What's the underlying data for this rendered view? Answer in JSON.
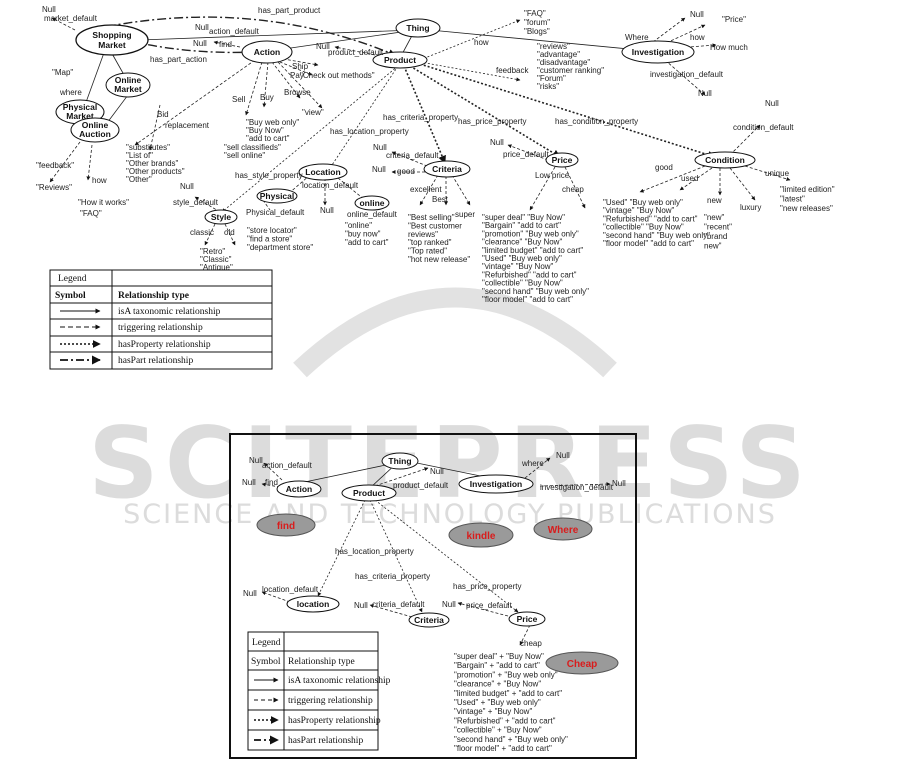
{
  "watermark": {
    "big": "SCITEPRESS",
    "small": "SCIENCE AND TECHNOLOGY PUBLICATIONS"
  },
  "top": {
    "nodes": {
      "shopping_market": [
        "Shopping",
        "Market"
      ],
      "online_market": [
        "Online",
        "Market"
      ],
      "physical_market": [
        "Physical",
        "Market"
      ],
      "online_auction": [
        "Online",
        "Auction"
      ],
      "action": "Action",
      "thing": "Thing",
      "product": "Product",
      "investigation": "Investigation",
      "location": "Location",
      "criteria": "Criteria",
      "price": "Price",
      "condition": "Condition",
      "style": "Style",
      "physical": "Physical",
      "online": "online"
    },
    "edge_labels": {
      "has_part_product": "has_part_product",
      "has_part_action": "has_part_action",
      "market_default": "market_default",
      "action_default": "action_default",
      "find": "find",
      "product_default": "product_default",
      "investigation_default": "investigation_default",
      "how": "how",
      "how_much": "How much",
      "where": "Where",
      "where2": "where",
      "map": "\"Map\"",
      "bid": "Bid",
      "replacement": "replacement",
      "sell": "Sell",
      "buy": "Buy",
      "pay": "Pay",
      "ship": "Ship",
      "browse": "Browse",
      "check_out": "\"Check out methods\"",
      "view": "\"view\"",
      "feedback": "feedback",
      "has_criteria_property": "has_criteria_property",
      "has_location_property": "has_location_property",
      "has_price_property": "has_price_property",
      "has_condition_property": "has_condition_property",
      "has_style_property": "has_style_property",
      "location_default": "location_default",
      "criteria_default": "criteria_default",
      "price_default": "price_default",
      "condition_default": "condition_default",
      "style_default": "style_default",
      "physical_default": "Physical_default",
      "online_default": "online_default",
      "good": "good",
      "good2": "good",
      "excellent": "excellent",
      "best": "Best",
      "super": "super",
      "low_price": "Low price",
      "cheap": "cheap",
      "used": "used",
      "new": "new",
      "luxury": "luxury",
      "unique": "unique",
      "classic": "classic",
      "old": "old",
      "feedback_q": "\"feedback\"",
      "reviews_q": "\"Reviews\"",
      "how2": "how",
      "how_it_works": "\"How it works\"",
      "faq": "\"FAQ\"",
      "null": "Null"
    },
    "text_lists": {
      "faq_list": [
        "\"FAQ\"",
        "\"forum\"",
        "\"Blogs\""
      ],
      "reviews_list": [
        "\"reviews\"",
        "\"advantage\"",
        "\"disadvantage\"",
        "\"customer ranking\"",
        "\"Forum\"",
        "\"risks\""
      ],
      "price_word": "\"Price\"",
      "buy_list": [
        "\"Buy web only\"",
        "\"Buy Now\"",
        "\"add to cart\""
      ],
      "sell_list": [
        "\"sell classifieds\"",
        "\"sell online\""
      ],
      "replacement_list": [
        "\"substitutes\"",
        "\"List of\"",
        "\"Other brands\"",
        "\"Other products\"",
        "\"Other\""
      ],
      "price_list": [
        "\"super deal\" \"Buy Now\"",
        "\"Bargain\" \"add to cart\"",
        "\"promotion\" \"Buy web only\"",
        "\"clearance\" \"Buy Now\"",
        "\"limited budget\" \"add to cart\"",
        "\"Used\" \"Buy web only\"",
        "\"vintage\" \"Buy Now\"",
        "\"Refurbished\" \"add to cart\"",
        "\"collectible\" \"Buy Now\"",
        "\"second hand\" \"Buy web only\"",
        "\"floor model\" \"add to cart\""
      ],
      "condition_list": [
        "\"Used\" \"Buy web only\"",
        "\"vintage\" \"Buy Now\"",
        "\"Refurbished\" \"add to cart\"",
        "\"collectible\" \"Buy Now\"",
        "\"second hand\" \"Buy web only\"",
        "\"floor model\" \"add to cart\""
      ],
      "new_list": [
        "\"new\"",
        "\"recent\"",
        "\"brand",
        "new\""
      ],
      "unique_list": [
        "\"limited edition\"",
        "\"latest\"",
        "\"new releases\""
      ],
      "criteria_list": [
        "\"Best selling\"",
        "\"Best customer",
        "reviews\"",
        "\"top ranked\"",
        "\"Top rated\"",
        "\"hot new release\""
      ],
      "online_list": [
        "\"online\"",
        "\"buy now\"",
        "\"add to cart\""
      ],
      "physical_list": [
        "\"store locator\"",
        "\"find a store\"",
        "\"department store\""
      ],
      "style_list": [
        "\"Retro\"",
        "\"Classic\"",
        "\"Antique\""
      ]
    },
    "legend": {
      "title": "Legend",
      "col1": "Symbol",
      "col2": "Relationship type",
      "rows": [
        "isA taxonomic relationship",
        "triggering relationship",
        "hasProperty relationship",
        "hasPart relationship"
      ]
    }
  },
  "bottom": {
    "nodes": {
      "thing": "Thing",
      "action": "Action",
      "product": "Product",
      "investigation": "Investigation",
      "location": "location",
      "criteria": "Criteria",
      "price": "Price"
    },
    "highlights": {
      "find": "find",
      "kindle": "kindle",
      "where": "Where",
      "cheap": "Cheap"
    },
    "edge_labels": {
      "action_default": "action_default",
      "find": "find",
      "product_default": "product_default",
      "where": "where",
      "investigation_default": "investigation_default",
      "has_location_property": "has_location_property",
      "has_criteria_property": "has_criteria_property",
      "has_price_property": "has_price_property",
      "location_default": "location_default",
      "criteria_default": "criteria_default",
      "price_default": "price_default",
      "cheap": "cheap",
      "null": "Null"
    },
    "price_list": [
      "\"super deal\" + \"Buy Now\"",
      "\"Bargain\" + \"add to cart\"",
      "\"promotion\" + \"Buy web only\"",
      "\"clearance\" + \"Buy Now\"",
      "\"limited budget\" + \"add to cart\"",
      "\"Used\" + \"Buy web only\"",
      "\"vintage\" + \"Buy Now\"",
      "\"Refurbished\" + \"add to cart\"",
      "\"collectible\" + \"Buy Now\"",
      "\"second hand\" + \"Buy web only\"",
      "\"floor model\" + \"add to cart\""
    ],
    "legend": {
      "title": "Legend",
      "col1": "Symbol",
      "col2": "Relationship type",
      "rows": [
        "isA taxonomic relationship",
        "triggering relationship",
        "hasProperty relationship",
        "hasPart relationship"
      ]
    }
  }
}
